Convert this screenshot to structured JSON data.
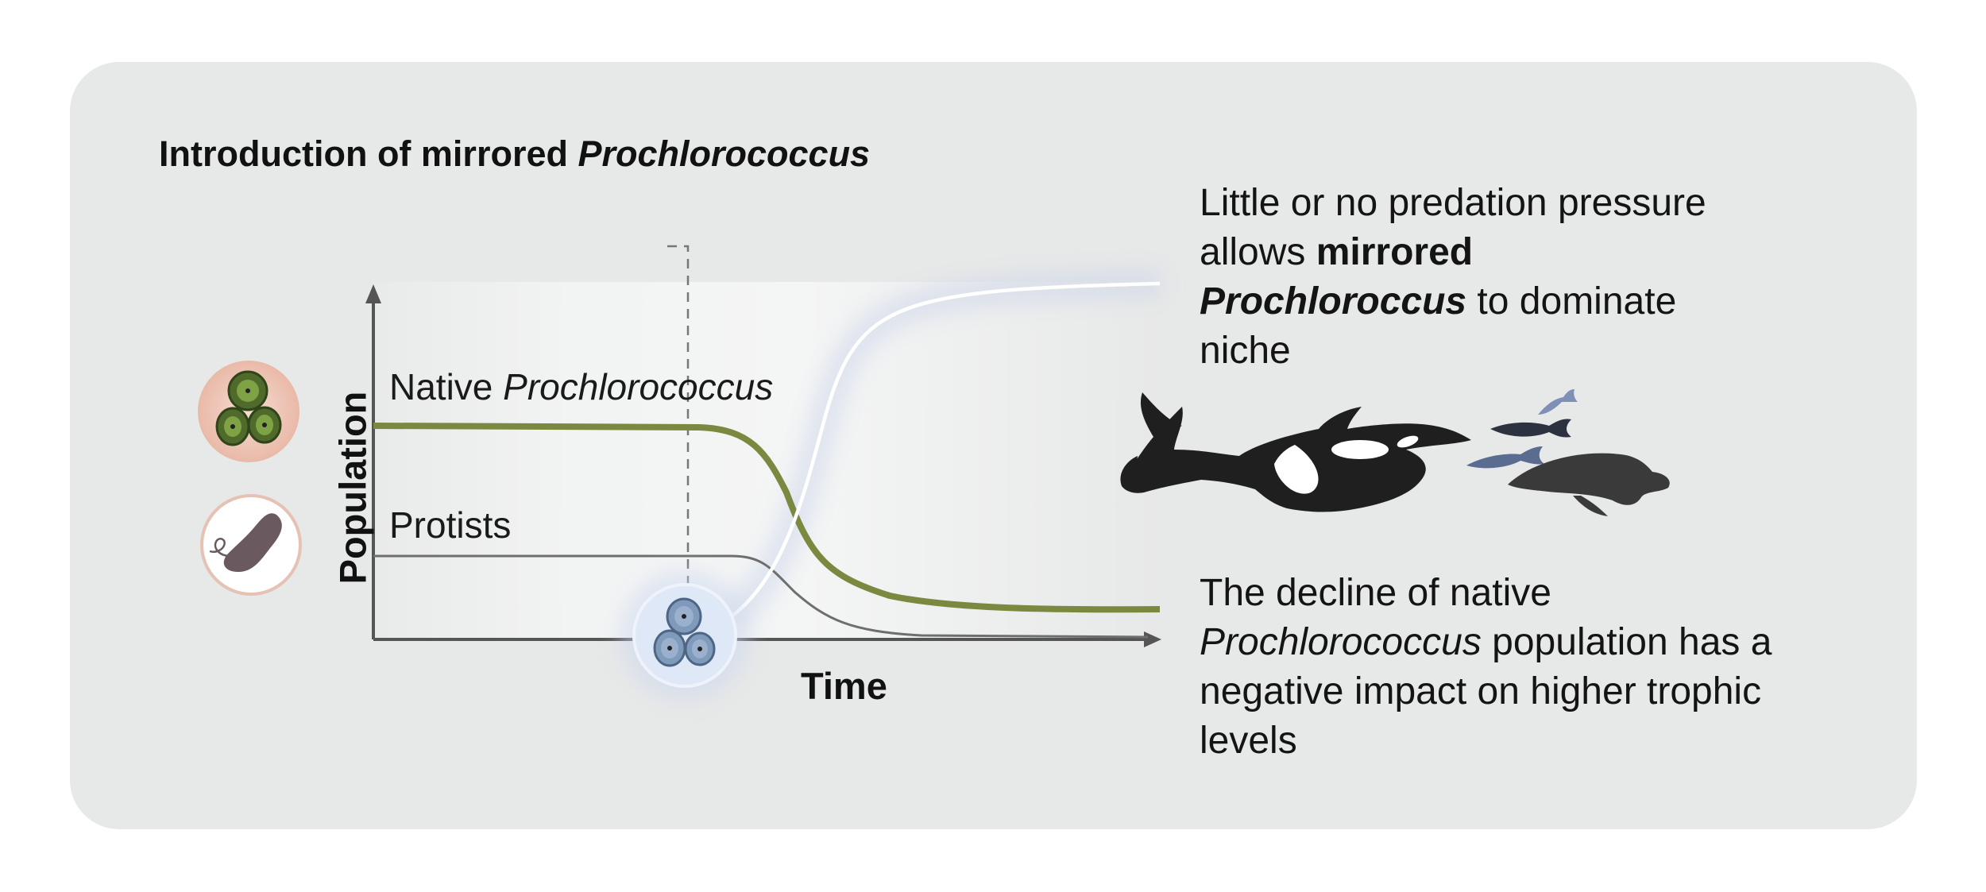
{
  "title": {
    "prefix": "Introduction of mirrored ",
    "italic": "Prochlorococcus"
  },
  "diagram": {
    "y_axis_label": "Population",
    "x_axis_label": "Time",
    "curves": [
      {
        "name": "Native Prochlorococcus",
        "label_plain": "Native ",
        "label_italic": "Prochlorococcus",
        "color": "#7a8840"
      },
      {
        "name": "Protists",
        "label_plain": "Protists",
        "color": "#6e6e6e"
      },
      {
        "name": "mirrored Prochlorococcus",
        "color": "#ffffff"
      }
    ],
    "icons": [
      "prochlorococcus-cells-icon",
      "protist-icon",
      "mirrored-cells-icon",
      "orca-icon",
      "fish-icon",
      "sea-lion-icon"
    ]
  },
  "notes": {
    "top": {
      "line1": "Little or no predation pressure",
      "line2_plain": "allows ",
      "line2_bold": "mirrored",
      "line3_bolditalic": "Prochloroccus",
      "line3_plain": " to dominate",
      "line4": "niche"
    },
    "bottom": {
      "line1": "The decline of native",
      "line2_italic": "Prochlorococcus",
      "line2_plain": " population has a",
      "line3": "negative impact on higher trophic",
      "line4": "levels"
    }
  },
  "colors": {
    "panel": "#e7e8e8",
    "native": "#7a8840",
    "protist": "#6e6e6e",
    "mirrored": "#ffffff",
    "orca": "#1f1f1f"
  }
}
